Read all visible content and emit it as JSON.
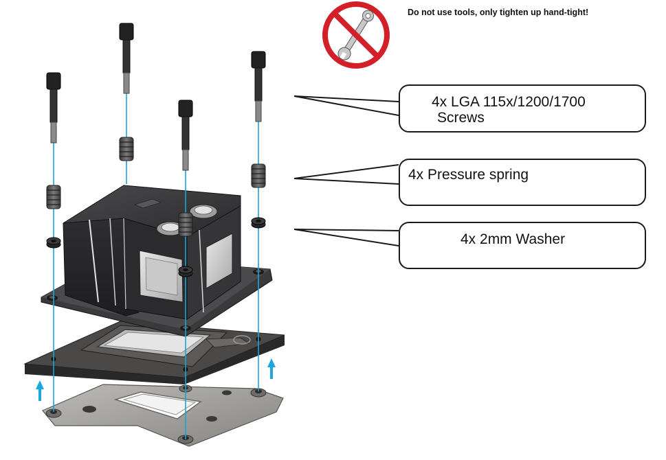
{
  "warning": {
    "text": "Do not use tools, only tighten up hand-tight!",
    "icon": "no-tools-icon",
    "color": "#d32028"
  },
  "callouts": [
    {
      "id": "screws",
      "line1": "4x LGA 115x/1200/1700",
      "line2": "Screws"
    },
    {
      "id": "springs",
      "line1": "4x Pressure spring"
    },
    {
      "id": "washer",
      "line1": "4x 2mm Washer"
    }
  ],
  "colors": {
    "guide_line": "#1aa3d6",
    "arrow": "#19a8e0",
    "block": "#2f2f31",
    "board": "#3c3b3b",
    "backplate": "#9c9a98"
  }
}
